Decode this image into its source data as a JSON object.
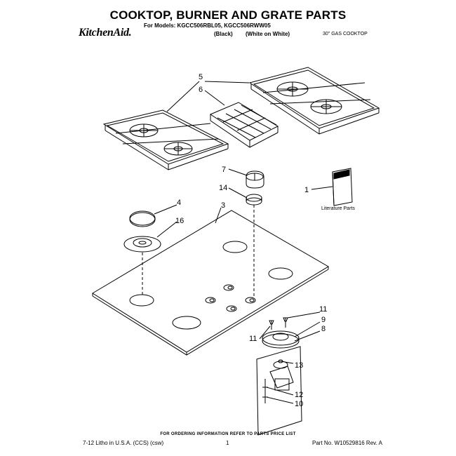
{
  "header": {
    "title": "COOKTOP, BURNER AND GRATE PARTS",
    "models_line": "For Models: KGCC506RBL05, KGCC506RWW05",
    "brand": "KitchenAid.",
    "variant_black": "(Black)",
    "variant_white": "(White on White)",
    "cooktop_type": "30\" GAS COOKTOP"
  },
  "callouts": {
    "c1": "1",
    "c3": "3",
    "c4": "4",
    "c5": "5",
    "c6": "6",
    "c7": "7",
    "c8": "8",
    "c9": "9",
    "c10": "10",
    "c11a": "11",
    "c11b": "11",
    "c12": "12",
    "c13": "13",
    "c14": "14",
    "c16": "16"
  },
  "literature": {
    "label": "Literature Parts"
  },
  "footer": {
    "ordering_note": "FOR ORDERING INFORMATION REFER TO PARTS PRICE LIST",
    "left": "7-12 Litho in U.S.A. (CCS) (csw)",
    "page": "1",
    "right": "Part No. W10529816 Rev. A"
  }
}
